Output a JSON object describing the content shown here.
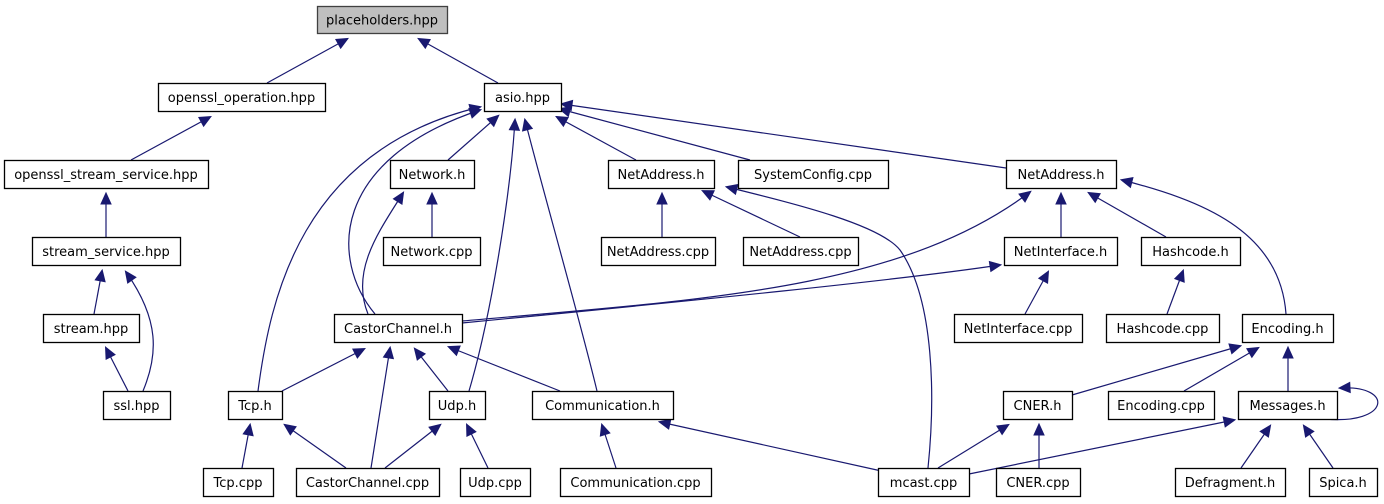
{
  "diagram": {
    "type": "include-dependency-graph",
    "root": "placeholders",
    "colors": {
      "edge": "#191970",
      "root_fill": "#bfbfbf",
      "node_fill": "#ffffff",
      "node_border": "#000000"
    },
    "nodes": [
      {
        "id": "placeholders",
        "label": "placeholders.hpp",
        "root": true
      },
      {
        "id": "openssl_operation",
        "label": "openssl_operation.hpp"
      },
      {
        "id": "asio",
        "label": "asio.hpp"
      },
      {
        "id": "openssl_stream_service",
        "label": "openssl_stream_service.hpp"
      },
      {
        "id": "network_h",
        "label": "Network.h"
      },
      {
        "id": "netaddress_h1",
        "label": "NetAddress.h"
      },
      {
        "id": "systemconfig_cpp",
        "label": "SystemConfig.cpp"
      },
      {
        "id": "netaddress_h2",
        "label": "NetAddress.h"
      },
      {
        "id": "stream_service",
        "label": "stream_service.hpp"
      },
      {
        "id": "network_cpp",
        "label": "Network.cpp"
      },
      {
        "id": "netaddress_cpp1",
        "label": "NetAddress.cpp"
      },
      {
        "id": "netaddress_cpp2",
        "label": "NetAddress.cpp"
      },
      {
        "id": "netinterface_h",
        "label": "NetInterface.h"
      },
      {
        "id": "hashcode_h",
        "label": "Hashcode.h"
      },
      {
        "id": "stream",
        "label": "stream.hpp"
      },
      {
        "id": "castorchannel_h",
        "label": "CastorChannel.h"
      },
      {
        "id": "netinterface_cpp",
        "label": "NetInterface.cpp"
      },
      {
        "id": "hashcode_cpp",
        "label": "Hashcode.cpp"
      },
      {
        "id": "encoding_h",
        "label": "Encoding.h"
      },
      {
        "id": "ssl",
        "label": "ssl.hpp"
      },
      {
        "id": "tcp_h",
        "label": "Tcp.h"
      },
      {
        "id": "udp_h",
        "label": "Udp.h"
      },
      {
        "id": "communication_h",
        "label": "Communication.h"
      },
      {
        "id": "cner_h",
        "label": "CNER.h"
      },
      {
        "id": "encoding_cpp",
        "label": "Encoding.cpp"
      },
      {
        "id": "messages_h",
        "label": "Messages.h"
      },
      {
        "id": "tcp_cpp",
        "label": "Tcp.cpp"
      },
      {
        "id": "castorchannel_cpp",
        "label": "CastorChannel.cpp"
      },
      {
        "id": "udp_cpp",
        "label": "Udp.cpp"
      },
      {
        "id": "communication_cpp",
        "label": "Communication.cpp"
      },
      {
        "id": "mcast_cpp",
        "label": "mcast.cpp"
      },
      {
        "id": "cner_cpp",
        "label": "CNER.cpp"
      },
      {
        "id": "defragment_h",
        "label": "Defragment.h"
      },
      {
        "id": "spica_h",
        "label": "Spica.h"
      }
    ],
    "edges": [
      {
        "from": "openssl_operation",
        "to": "placeholders"
      },
      {
        "from": "asio",
        "to": "placeholders"
      },
      {
        "from": "openssl_stream_service",
        "to": "openssl_operation"
      },
      {
        "from": "stream_service",
        "to": "openssl_stream_service"
      },
      {
        "from": "stream",
        "to": "stream_service"
      },
      {
        "from": "ssl",
        "to": "stream_service"
      },
      {
        "from": "ssl",
        "to": "stream"
      },
      {
        "from": "network_h",
        "to": "asio"
      },
      {
        "from": "netaddress_h1",
        "to": "asio"
      },
      {
        "from": "systemconfig_cpp",
        "to": "asio"
      },
      {
        "from": "netaddress_h2",
        "to": "asio"
      },
      {
        "from": "castorchannel_h",
        "to": "asio"
      },
      {
        "from": "tcp_h",
        "to": "asio"
      },
      {
        "from": "udp_h",
        "to": "asio"
      },
      {
        "from": "communication_h",
        "to": "asio"
      },
      {
        "from": "network_cpp",
        "to": "network_h"
      },
      {
        "from": "castorchannel_h",
        "to": "network_h"
      },
      {
        "from": "netaddress_cpp1",
        "to": "netaddress_h1"
      },
      {
        "from": "netaddress_cpp2",
        "to": "netaddress_h1"
      },
      {
        "from": "mcast_cpp",
        "to": "netaddress_h1"
      },
      {
        "from": "netinterface_h",
        "to": "netaddress_h2"
      },
      {
        "from": "hashcode_h",
        "to": "netaddress_h2"
      },
      {
        "from": "encoding_h",
        "to": "netaddress_h2"
      },
      {
        "from": "castorchannel_h",
        "to": "netaddress_h2"
      },
      {
        "from": "castorchannel_h",
        "to": "netinterface_h"
      },
      {
        "from": "netinterface_cpp",
        "to": "netinterface_h"
      },
      {
        "from": "hashcode_cpp",
        "to": "hashcode_h"
      },
      {
        "from": "tcp_h",
        "to": "castorchannel_h"
      },
      {
        "from": "castorchannel_cpp",
        "to": "castorchannel_h"
      },
      {
        "from": "udp_h",
        "to": "castorchannel_h"
      },
      {
        "from": "communication_h",
        "to": "castorchannel_h"
      },
      {
        "from": "tcp_cpp",
        "to": "tcp_h"
      },
      {
        "from": "castorchannel_cpp",
        "to": "tcp_h"
      },
      {
        "from": "castorchannel_cpp",
        "to": "udp_h"
      },
      {
        "from": "udp_cpp",
        "to": "udp_h"
      },
      {
        "from": "communication_cpp",
        "to": "communication_h"
      },
      {
        "from": "mcast_cpp",
        "to": "communication_h"
      },
      {
        "from": "cner_h",
        "to": "encoding_h"
      },
      {
        "from": "encoding_cpp",
        "to": "encoding_h"
      },
      {
        "from": "messages_h",
        "to": "encoding_h"
      },
      {
        "from": "messages_h",
        "to": "messages_h"
      },
      {
        "from": "mcast_cpp",
        "to": "cner_h"
      },
      {
        "from": "cner_cpp",
        "to": "cner_h"
      },
      {
        "from": "mcast_cpp",
        "to": "messages_h"
      },
      {
        "from": "defragment_h",
        "to": "messages_h"
      },
      {
        "from": "spica_h",
        "to": "messages_h"
      }
    ]
  }
}
